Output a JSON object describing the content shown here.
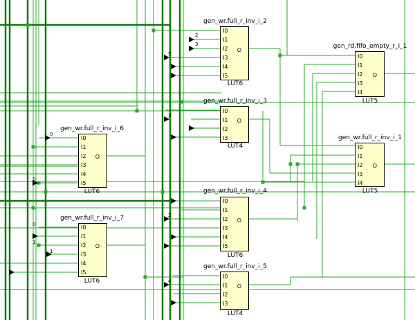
{
  "colors": {
    "wire": "#2aaa2a",
    "wire_bold": "#0e7a0e",
    "cell_fill": "#ffffcc",
    "bg": "#ffffff"
  },
  "cells": [
    {
      "id": "c1",
      "name": "gen_wr.full_r_inv_i_2",
      "type": "LUT6",
      "pins": [
        "I0",
        "I1",
        "I2",
        "I3",
        "I4",
        "I5"
      ],
      "out": "O"
    },
    {
      "id": "c2",
      "name": "gen_rd.fifo_empty_r_i_1",
      "type": "LUT5",
      "pins": [
        "I0",
        "I1",
        "I2",
        "I3",
        "I4"
      ],
      "out": "O"
    },
    {
      "id": "c3",
      "name": "gen_wr.full_r_inv_i_3",
      "type": "LUT4",
      "pins": [
        "I0",
        "I1",
        "I2",
        "I3"
      ],
      "out": "O"
    },
    {
      "id": "c4",
      "name": "gen_wr.full_r_inv_i_6",
      "type": "LUT6",
      "pins": [
        "I0",
        "I1",
        "I2",
        "I3",
        "I4",
        "I5"
      ],
      "out": "O"
    },
    {
      "id": "c5",
      "name": "gen_wr.full_r_inv_i_1",
      "type": "LUT5",
      "pins": [
        "I0",
        "I1",
        "I2",
        "I3",
        "I4"
      ],
      "out": "O"
    },
    {
      "id": "c6",
      "name": "gen_wr.full_r_inv_i_4",
      "type": "LUT6",
      "pins": [
        "I0",
        "I1",
        "I2",
        "I3",
        "I4",
        "I5"
      ],
      "out": "O"
    },
    {
      "id": "c7",
      "name": "gen_wr.full_r_inv_i_7",
      "type": "LUT6",
      "pins": [
        "I0",
        "I1",
        "I2",
        "I3",
        "I4",
        "I5"
      ],
      "out": "O"
    },
    {
      "id": "c8",
      "name": "gen_wr.full_r_inv_i_5",
      "type": "LUT4",
      "pins": [
        "I0",
        "I1",
        "I2",
        "I3"
      ],
      "out": "O"
    }
  ],
  "bus_labels": [
    "2",
    "3",
    "5",
    "3",
    "0",
    "0",
    "1",
    "1",
    "2",
    "4",
    "0"
  ]
}
